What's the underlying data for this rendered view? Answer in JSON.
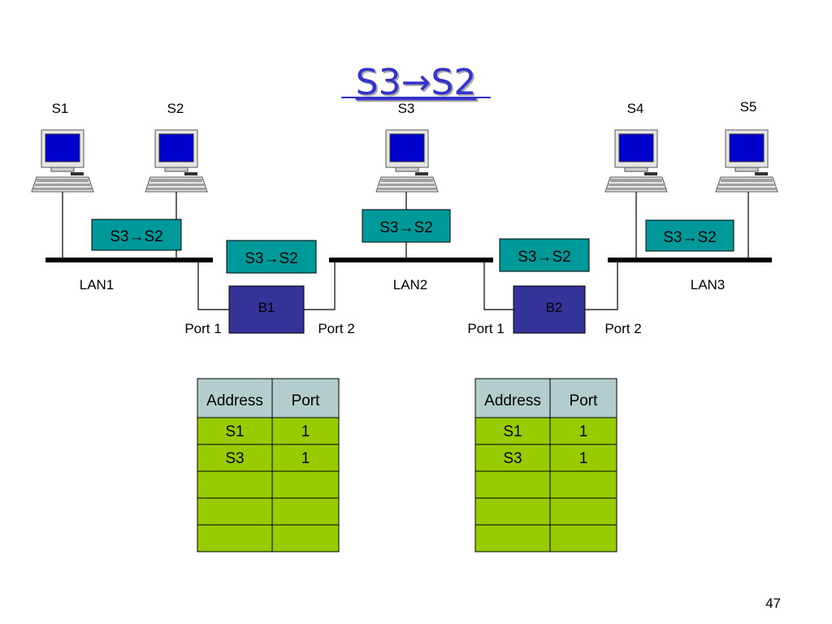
{
  "title": "S3→S2",
  "hosts": [
    {
      "id": "s1",
      "label": "S1"
    },
    {
      "id": "s2",
      "label": "S2"
    },
    {
      "id": "s3",
      "label": "S3"
    },
    {
      "id": "s4",
      "label": "S4"
    },
    {
      "id": "s5",
      "label": "S5"
    }
  ],
  "lans": [
    "LAN1",
    "LAN2",
    "LAN3"
  ],
  "bridges": [
    {
      "label": "B1",
      "port1": "Port 1",
      "port2": "Port 2"
    },
    {
      "label": "B2",
      "port1": "Port 1",
      "port2": "Port 2"
    }
  ],
  "message_label": "S3→S2",
  "tables": [
    {
      "name": "b1-forwarding-table",
      "headers": [
        "Address",
        "Port"
      ],
      "rows": [
        [
          "S1",
          "1"
        ],
        [
          "S3",
          "1"
        ],
        [
          "",
          ""
        ],
        [
          "",
          ""
        ],
        [
          "",
          ""
        ]
      ]
    },
    {
      "name": "b2-forwarding-table",
      "headers": [
        "Address",
        "Port"
      ],
      "rows": [
        [
          "S1",
          "1"
        ],
        [
          "S3",
          "1"
        ],
        [
          "",
          ""
        ],
        [
          "",
          ""
        ],
        [
          "",
          ""
        ]
      ]
    }
  ],
  "page_number": "47",
  "colors": {
    "title": "#3333cc",
    "message_box": "#009999",
    "bridge": "#333399",
    "table_header": "#b3cccc",
    "table_body": "#99cc00",
    "screen": "#0000cc"
  }
}
